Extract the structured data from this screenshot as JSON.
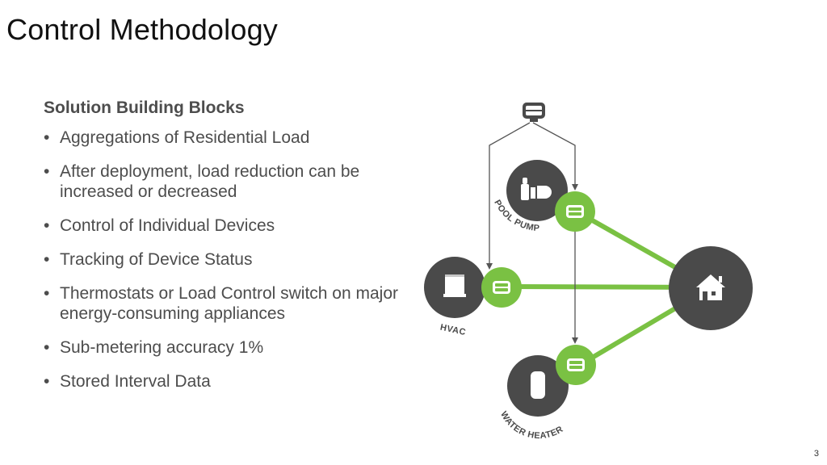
{
  "title": "Control Methodology",
  "subheading": "Solution Building Blocks",
  "bullets": [
    "Aggregations of Residential Load",
    "After deployment, load reduction can be increased or decreased",
    "Control of Individual Devices",
    "Tracking of Device Status",
    "Thermostats or Load Control switch on major energy-consuming appliances",
    "Sub-metering accuracy 1%",
    "Stored Interval Data"
  ],
  "diagram": {
    "labels": {
      "pool_pump": "POOL PUMP",
      "hvac": "HVAC",
      "water_heater": "WATER HEATER"
    },
    "colors": {
      "green": "#7ac143",
      "dark": "#4a4a4a",
      "line": "#555555"
    }
  },
  "page_number": "3"
}
